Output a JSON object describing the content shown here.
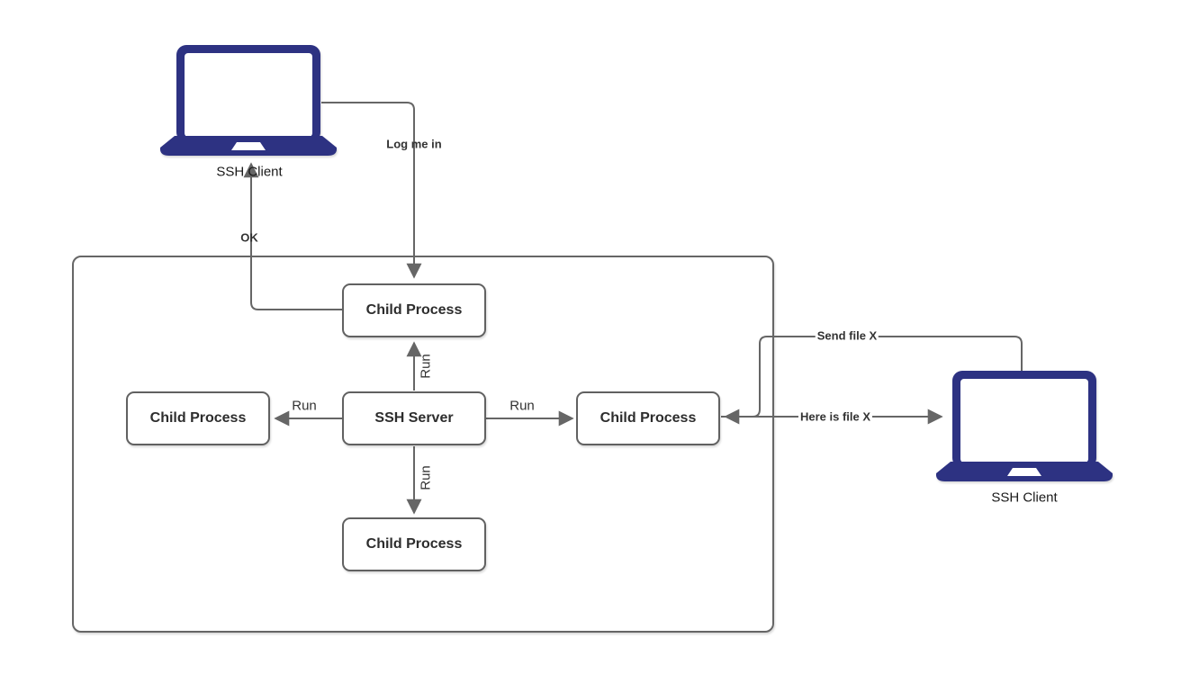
{
  "colors": {
    "accent_navy": "#2d3282",
    "line_gray": "#666666",
    "label_dark": "#2d2d2d"
  },
  "icons": {
    "left_client": "laptop-icon",
    "right_client": "laptop-icon"
  },
  "clients": {
    "left": {
      "label": "SSH Client"
    },
    "right": {
      "label": "SSH Client"
    }
  },
  "nodes": {
    "server": {
      "label": "SSH Server"
    },
    "child_top": {
      "label": "Child Process"
    },
    "child_left": {
      "label": "Child Process"
    },
    "child_right": {
      "label": "Child Process"
    },
    "child_bottom": {
      "label": "Child Process"
    }
  },
  "edges": {
    "log_me_in": "Log me in",
    "ok": "OK",
    "run_top": "Run",
    "run_left": "Run",
    "run_right": "Run",
    "run_bottom": "Run",
    "send_file": "Send file X",
    "here_is_file": "Here is file X"
  }
}
